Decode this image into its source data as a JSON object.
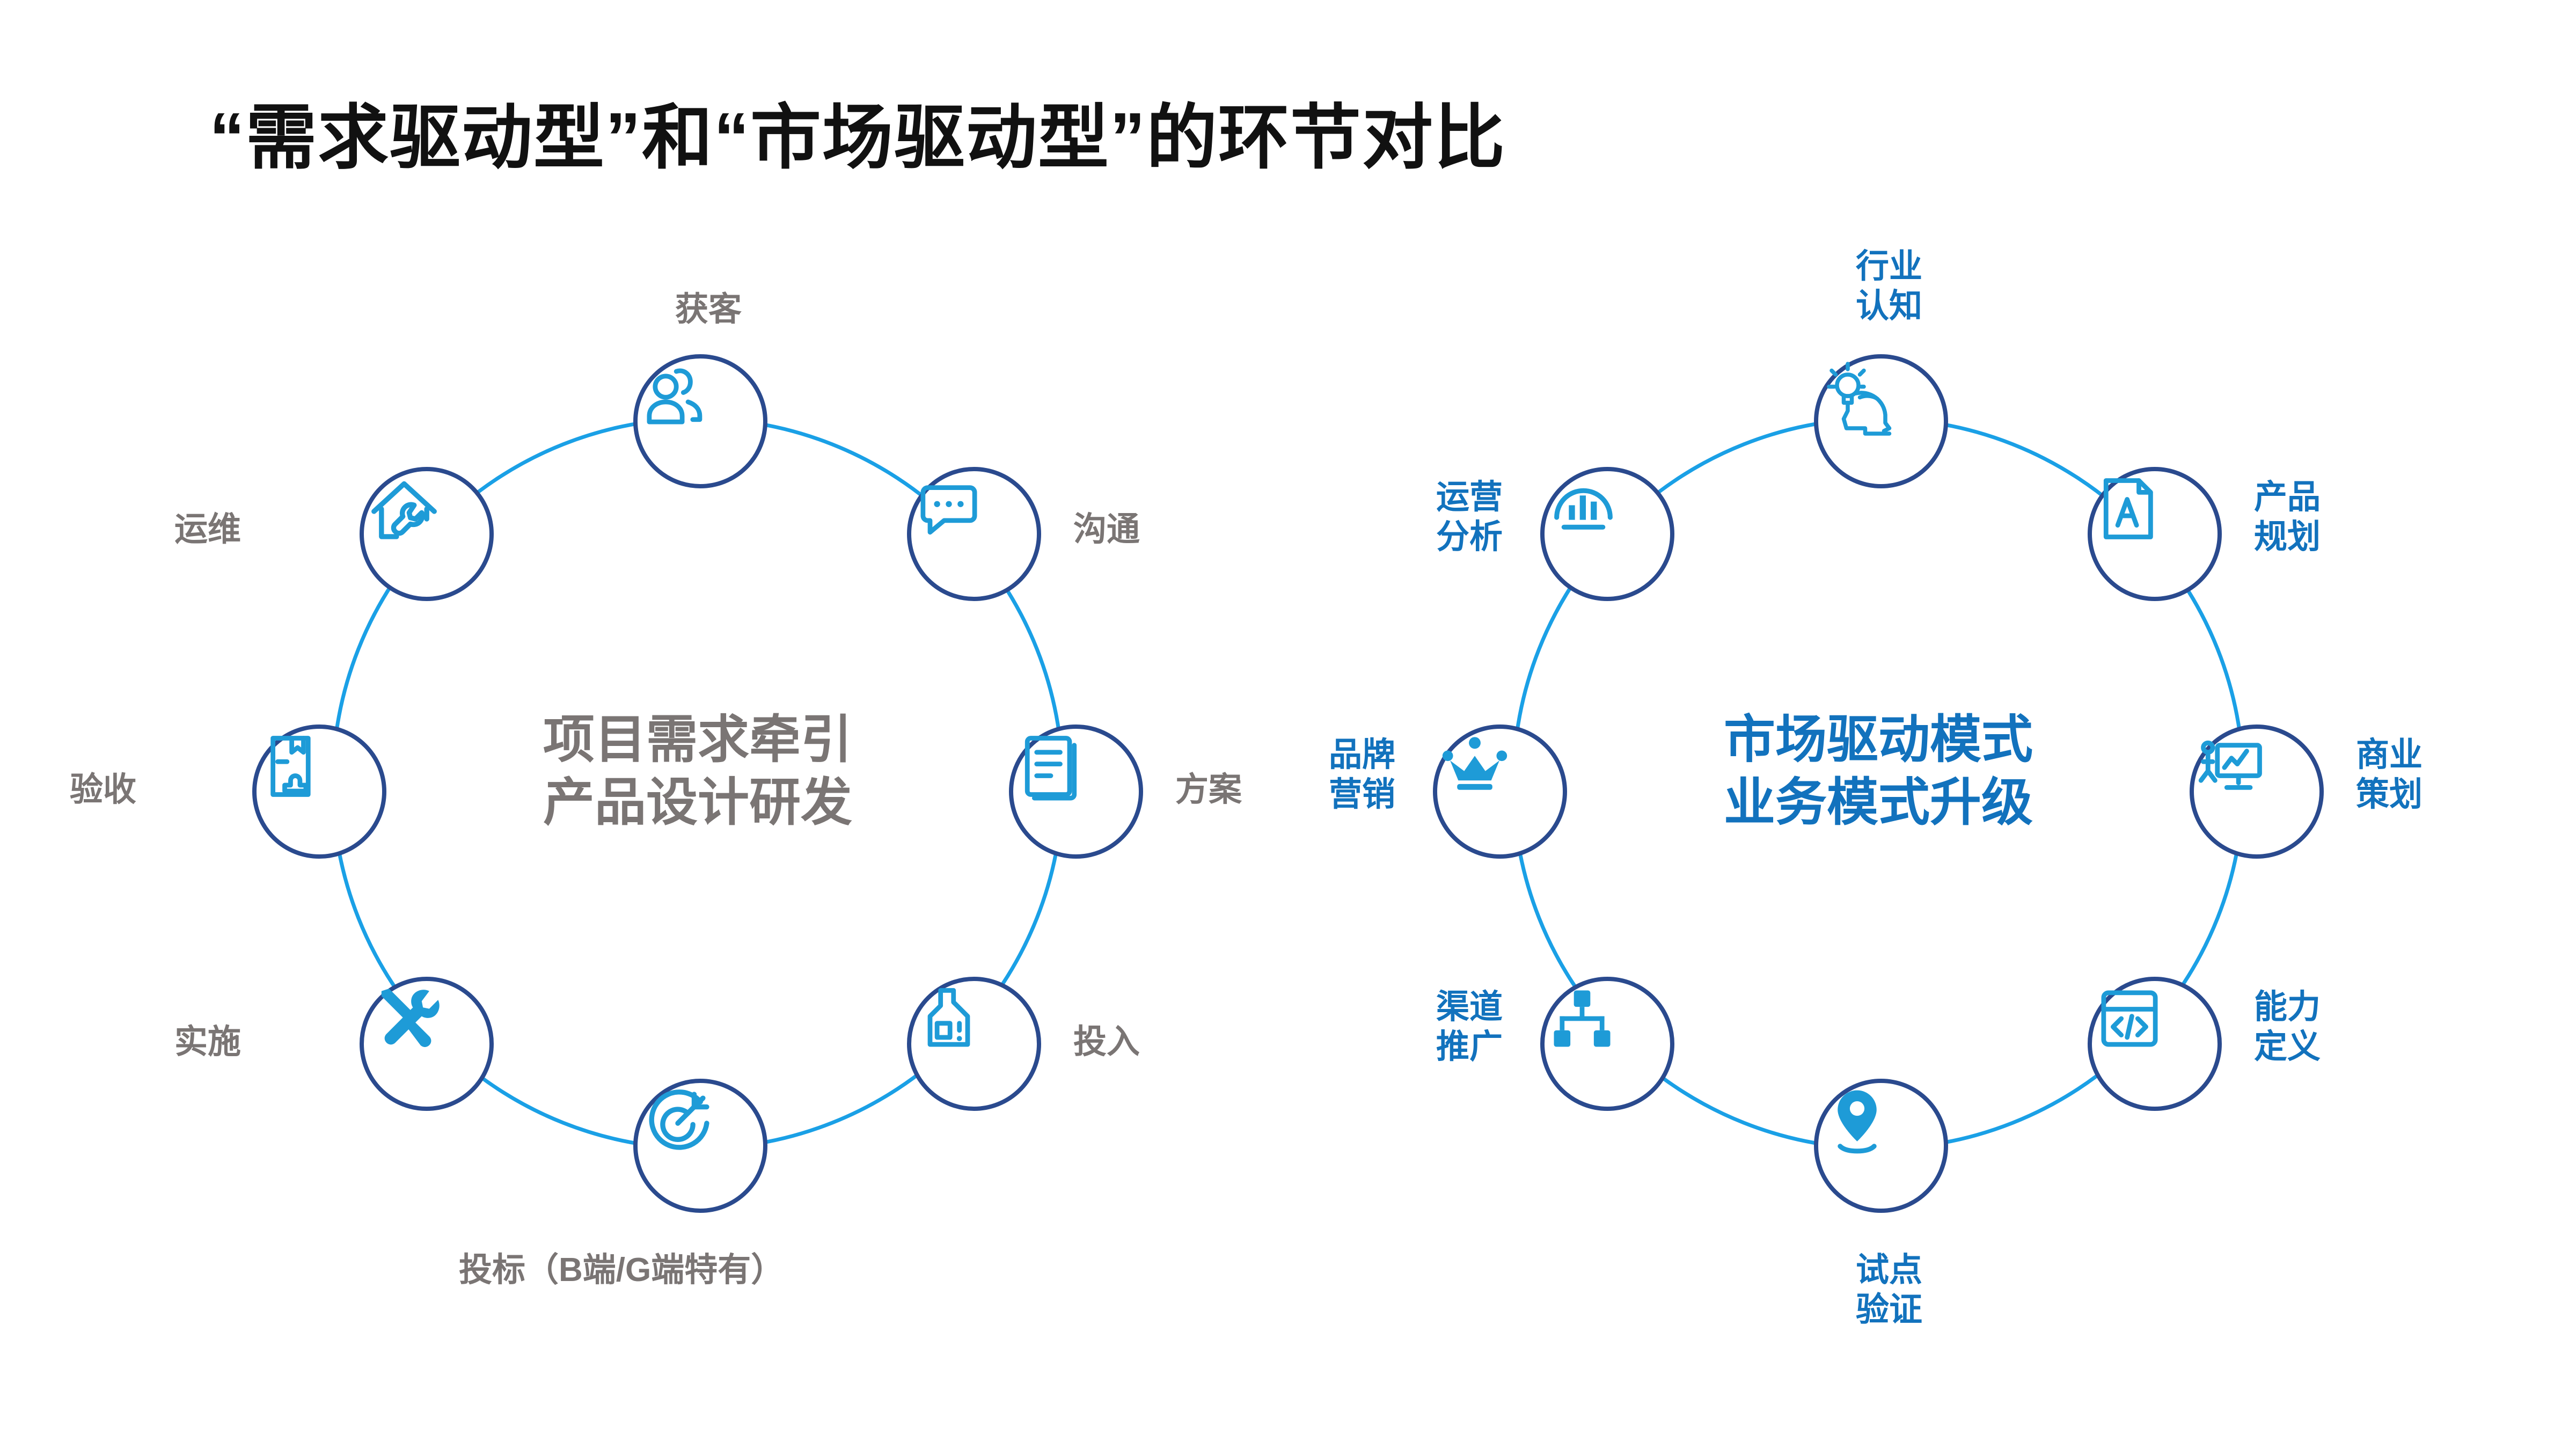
{
  "page": {
    "title": "“需求驱动型”和“市场驱动型”的环节对比",
    "background": "#ffffff"
  },
  "colors": {
    "ring": "#2a4a8e",
    "icon": "#1e9bd7",
    "connector": "#1aa0e6",
    "label_gray": "#7a7574",
    "label_blue": "#1272bd",
    "title": "#111111"
  },
  "left_wheel": {
    "name": "demand-driven-wheel",
    "center": {
      "line1": "项目需求牵引",
      "line2": "产品设计研发"
    },
    "nodes": [
      {
        "label": "获客",
        "icon": "users-icon",
        "position": "top"
      },
      {
        "label": "沟通",
        "icon": "chat-bubble-icon",
        "position": "upper-right"
      },
      {
        "label": "方案",
        "icon": "document-icon",
        "position": "right"
      },
      {
        "label": "投入",
        "icon": "container-icon",
        "position": "lower-right"
      },
      {
        "label": "投标（B端/G端特有）",
        "icon": "target-icon",
        "position": "bottom"
      },
      {
        "label": "实施",
        "icon": "tools-icon",
        "position": "lower-left"
      },
      {
        "label": "验收",
        "icon": "stamped-doc-icon",
        "position": "left"
      },
      {
        "label": "运维",
        "icon": "house-wrench-icon",
        "position": "upper-left"
      }
    ]
  },
  "right_wheel": {
    "name": "market-driven-wheel",
    "center": {
      "line1": "市场驱动模式",
      "line2": "业务模式升级"
    },
    "nodes": [
      {
        "label": "行业\n认知",
        "icon": "head-bulb-icon",
        "position": "top"
      },
      {
        "label": "产品\n规划",
        "icon": "blueprint-icon",
        "position": "upper-right"
      },
      {
        "label": "商业\n策划",
        "icon": "presenter-icon",
        "position": "right"
      },
      {
        "label": "能力\n定义",
        "icon": "code-window-icon",
        "position": "lower-right"
      },
      {
        "label": "试点\n验证",
        "icon": "map-pin-icon",
        "position": "bottom"
      },
      {
        "label": "渠道\n推广",
        "icon": "sitemap-icon",
        "position": "lower-left"
      },
      {
        "label": "品牌\n营销",
        "icon": "crown-icon",
        "position": "left"
      },
      {
        "label": "运营\n分析",
        "icon": "analytics-icon",
        "position": "upper-left"
      }
    ]
  }
}
